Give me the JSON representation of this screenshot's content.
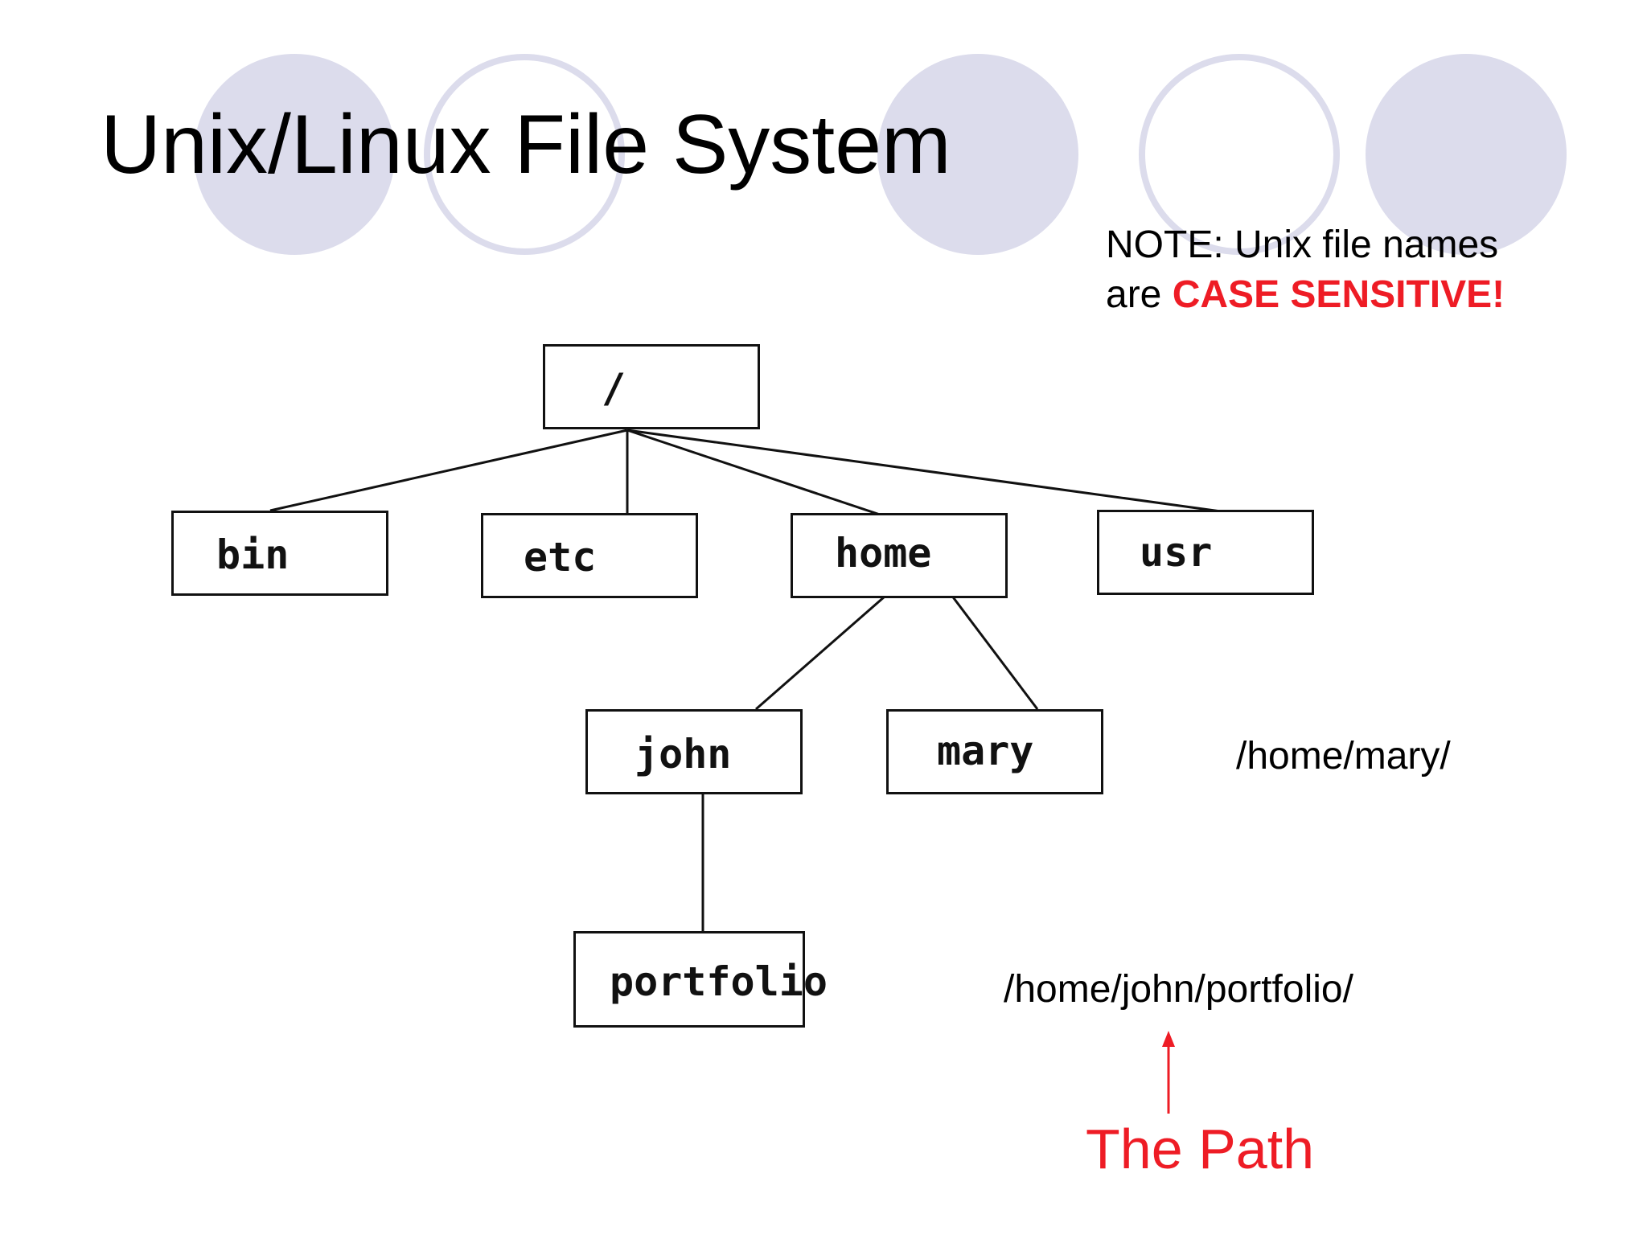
{
  "slide": {
    "title": "Unix/Linux File System",
    "note": {
      "prefix": "NOTE: Unix file names",
      "line2_prefix": "are ",
      "emphasis": "CASE SENSITIVE!"
    }
  },
  "tree": {
    "root": "/",
    "level1": [
      "bin",
      "etc",
      "home",
      "usr"
    ],
    "home_children": [
      "john",
      "mary"
    ],
    "john_children": [
      "portfolio"
    ]
  },
  "paths": {
    "mary": "/home/mary/",
    "portfolio": "/home/john/portfolio/"
  },
  "annotation": {
    "label": "The Path"
  },
  "colors": {
    "accent_red": "#ee1c25",
    "circle_fill": "#dcdcec",
    "circle_stroke": "#dcdcec",
    "text": "#000000"
  }
}
